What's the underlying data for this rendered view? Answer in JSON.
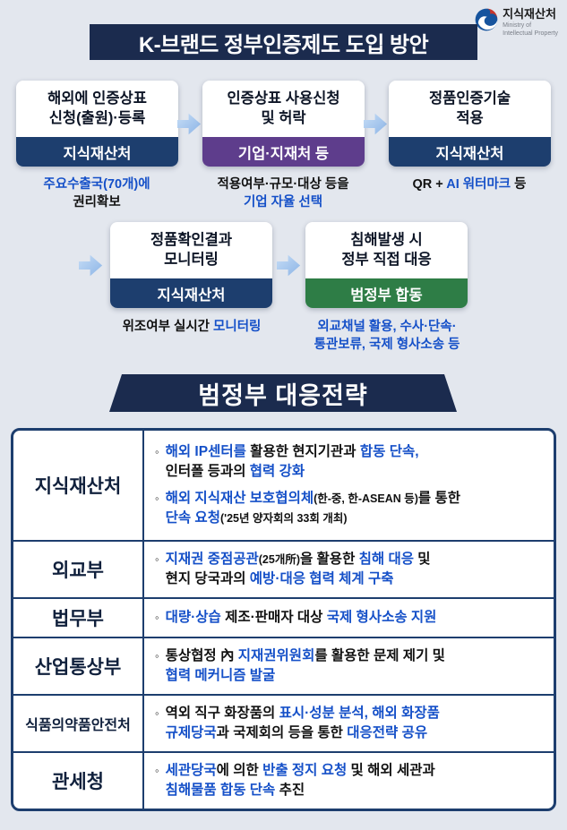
{
  "colors": {
    "background": "#e3e7ee",
    "navy": "#1b2b4e",
    "owner_navy": "#1d3e6e",
    "purple": "#5e3d8c",
    "green": "#2e7d46",
    "arrow_blue": "#a9c9ef",
    "accent_blue": "#1550c8",
    "table_border": "#1d3e6e"
  },
  "logo": {
    "agency": "지식재산처",
    "ministry_en": "Ministry of\nIntellectual Property"
  },
  "header": {
    "title": "K-브랜드 정부인증제도 도입 방안"
  },
  "flow": {
    "boxes": [
      {
        "title": "해외에 인증상표\n신청(출원)·등록",
        "footer": "지식재산처",
        "caption": [
          {
            "t": "주요수출국(70개)에",
            "c": "blue"
          },
          {
            "t": "\n권리확보"
          }
        ]
      },
      {
        "title": "인증상표 사용신청\n및 허락",
        "footer": "기업·지재처 등",
        "caption": [
          {
            "t": "적용여부·규모·대상 등을\n"
          },
          {
            "t": "기업 자율 선택",
            "c": "blue"
          }
        ]
      },
      {
        "title": "정품인증기술\n적용",
        "footer": "지식재산처",
        "caption": [
          {
            "t": "QR + "
          },
          {
            "t": "AI 워터마크",
            "c": "blue"
          },
          {
            "t": " 등"
          }
        ]
      },
      {
        "title": "정품확인결과\n모니터링",
        "footer": "지식재산처",
        "caption": [
          {
            "t": "위조여부 실시간 "
          },
          {
            "t": "모니터링",
            "c": "blue"
          }
        ]
      },
      {
        "title": "침해발생 시\n정부 직접 대응",
        "footer": "범정부 합동",
        "caption": [
          {
            "t": "외교채널 활용, 수사·단속·\n통관보류, 국제 형사소송 등",
            "c": "blue"
          }
        ]
      }
    ]
  },
  "section2": {
    "title": "범정부 대응전략"
  },
  "table": {
    "rows": [
      {
        "label": "지식재산처",
        "bullets": [
          [
            {
              "t": "해외 IP센터를",
              "c": "blue"
            },
            {
              "t": " 활용한 현지기관과 "
            },
            {
              "t": "합동 단속,",
              "c": "blue"
            },
            {
              "t": "\n인터폴 등과의 "
            },
            {
              "t": "협력 강화",
              "c": "blue"
            }
          ],
          [
            {
              "t": "해외 지식재산 보호협의체",
              "c": "blue"
            },
            {
              "t": "(한-중, 한-ASEAN 등)",
              "sm": true
            },
            {
              "t": "를 통한\n"
            },
            {
              "t": "단속 요청",
              "c": "blue"
            },
            {
              "t": "('25년 양자회의 33회 개최)",
              "sm": true
            }
          ]
        ]
      },
      {
        "label": "외교부",
        "bullets": [
          [
            {
              "t": "지재권 중점공관",
              "c": "blue"
            },
            {
              "t": "(25개所)",
              "sm": true
            },
            {
              "t": "을 활용한 "
            },
            {
              "t": "침해 대응",
              "c": "blue"
            },
            {
              "t": " 및\n현지 당국과의 "
            },
            {
              "t": "예방·대응 협력 체계 구축",
              "c": "blue"
            }
          ]
        ]
      },
      {
        "label": "법무부",
        "bullets": [
          [
            {
              "t": "대량·상습",
              "c": "blue"
            },
            {
              "t": " 제조·판매자 대상 "
            },
            {
              "t": "국제 형사소송 지원",
              "c": "blue"
            }
          ]
        ]
      },
      {
        "label": "산업통상부",
        "bullets": [
          [
            {
              "t": "통상협정 內 "
            },
            {
              "t": "지재권위원회",
              "c": "blue"
            },
            {
              "t": "를 활용한 문제 제기 및\n"
            },
            {
              "t": "협력 메커니즘 발굴",
              "c": "blue"
            }
          ]
        ]
      },
      {
        "label": "식품의약품안전처",
        "bullets": [
          [
            {
              "t": "역외 직구 화장품의 "
            },
            {
              "t": "표시·성분 분석, 해외 화장품",
              "c": "blue"
            },
            {
              "t": "\n"
            },
            {
              "t": "규제당국",
              "c": "blue"
            },
            {
              "t": "과 국제회의 등을 통한 "
            },
            {
              "t": "대응전략 공유",
              "c": "blue"
            }
          ]
        ]
      },
      {
        "label": "관세청",
        "bullets": [
          [
            {
              "t": "세관당국",
              "c": "blue"
            },
            {
              "t": "에 의한 "
            },
            {
              "t": "반출 정지 요청",
              "c": "blue"
            },
            {
              "t": " 및 해외 세관과\n"
            },
            {
              "t": "침해물품 합동 단속",
              "c": "blue"
            },
            {
              "t": " 추진"
            }
          ]
        ]
      }
    ]
  }
}
